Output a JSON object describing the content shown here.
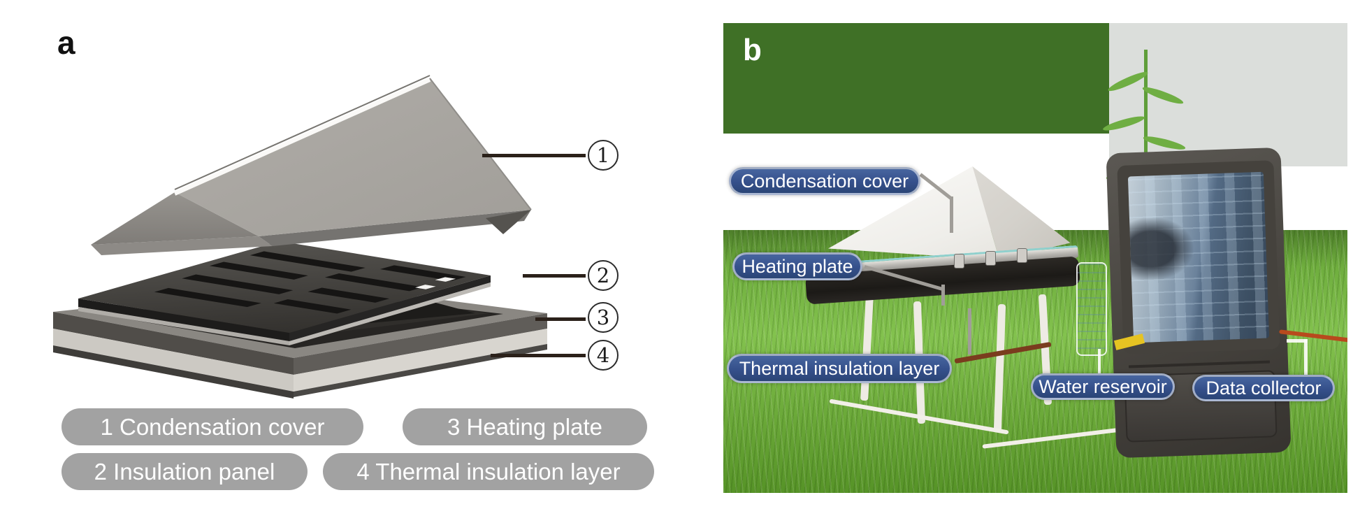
{
  "panel_a": {
    "label": "a",
    "callouts": [
      {
        "number": "1"
      },
      {
        "number": "2"
      },
      {
        "number": "3"
      },
      {
        "number": "4"
      }
    ],
    "legend": [
      {
        "text": "1 Condensation cover"
      },
      {
        "text": "2 Insulation panel"
      },
      {
        "text": "3 Heating plate"
      },
      {
        "text": "4 Thermal insulation layer"
      }
    ]
  },
  "panel_b": {
    "label": "b",
    "annotations": [
      {
        "text": "Condensation cover"
      },
      {
        "text": "Heating plate"
      },
      {
        "text": "Thermal insulation layer"
      },
      {
        "text": "Water reservoir"
      },
      {
        "text": "Data collector"
      }
    ]
  },
  "colors": {
    "legend_pill_gray": "#a2a2a2",
    "annotation_pill_blue": "#35508b",
    "cover_gray": "#a8a5a0",
    "plate_dark": "#3c3a37",
    "leader_line_dark": "#2b211a",
    "grass_green": "#6fae3e",
    "shrub_red": "#8e4049"
  }
}
